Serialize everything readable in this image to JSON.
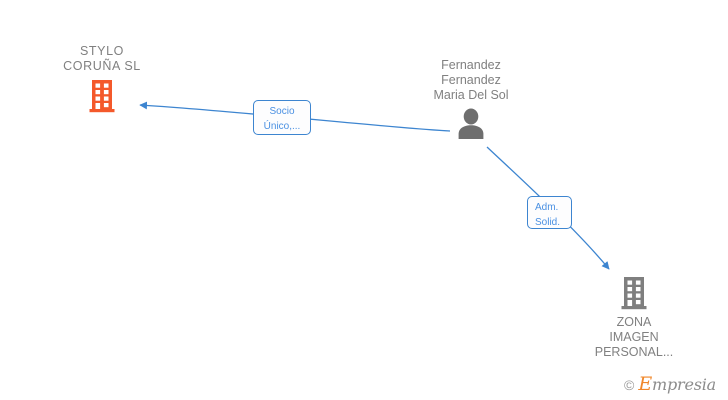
{
  "diagram": {
    "type": "corporate-relationship-graph",
    "background": "#ffffff",
    "colors": {
      "company_accent": "#f4592b",
      "company_neutral": "#7f7f7f",
      "person": "#6e6e6e",
      "edge": "#3d85d0",
      "label_text": "#4a90e2",
      "node_text": "#808080",
      "watermark_accent": "#f0872a"
    },
    "nodes": [
      {
        "id": "stylo",
        "kind": "company",
        "icon": "building-icon",
        "icon_color": "#f4592b",
        "label_lines": [
          "STYLO",
          "CORUÑA SL"
        ],
        "label_position": "above"
      },
      {
        "id": "person",
        "kind": "person",
        "icon": "person-icon",
        "icon_color": "#6e6e6e",
        "label_lines": [
          "Fernandez",
          "Fernandez",
          "Maria Del Sol"
        ],
        "label_position": "above"
      },
      {
        "id": "zona",
        "kind": "company",
        "icon": "building-icon",
        "icon_color": "#7f7f7f",
        "label_lines": [
          "ZONA",
          "IMAGEN",
          "PERSONAL..."
        ],
        "label_position": "below"
      }
    ],
    "edges": [
      {
        "id": "edge-socio",
        "from": "person",
        "to": "stylo",
        "label_lines": [
          "Socio",
          "Único,..."
        ],
        "arrow": "end",
        "color": "#3d85d0"
      },
      {
        "id": "edge-adm",
        "from": "person",
        "to": "zona",
        "label_lines": [
          "Adm.",
          "Solid."
        ],
        "arrow": "end",
        "color": "#3d85d0"
      }
    ]
  },
  "watermark": {
    "copyright": "©",
    "brand_first": "E",
    "brand_rest": "mpresia"
  }
}
